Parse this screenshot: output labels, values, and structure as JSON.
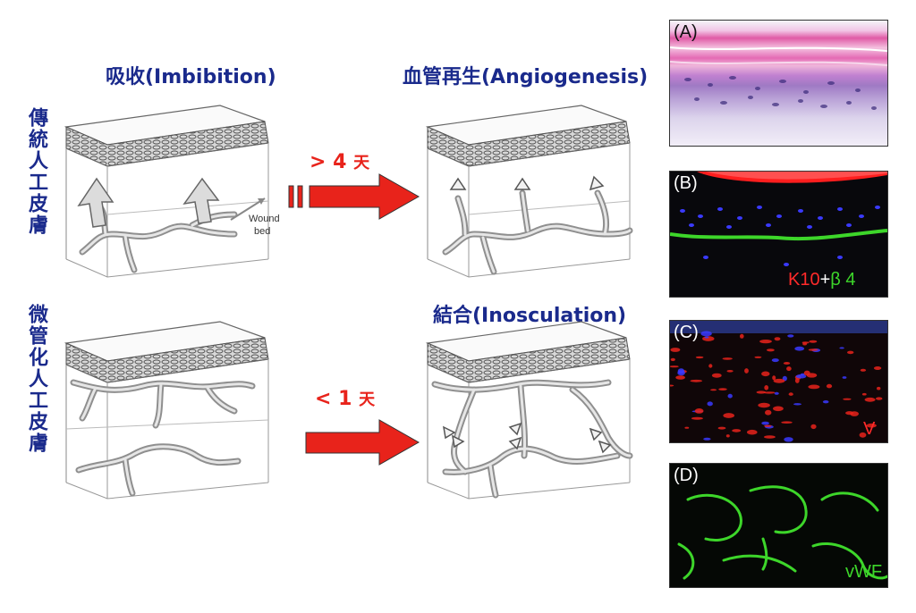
{
  "titles": {
    "imbibition": "吸收(Imbibition)",
    "angiogenesis": "血管再生(Angiogenesis)",
    "inosculation": "結合(Inosculation)"
  },
  "row_labels": {
    "traditional": "傳統人工皮膚",
    "microvascular": "微管化人工皮膚"
  },
  "arrows": {
    "top": {
      "sign": "> 4",
      "unit": "天"
    },
    "bottom": {
      "sign": "< 1",
      "unit": "天"
    }
  },
  "annotations": {
    "wound_line1": "Wound",
    "wound_line2": "bed"
  },
  "panels": {
    "a": {
      "label": "(A)"
    },
    "b": {
      "label": "(B)",
      "stain_red": "K10",
      "stain_plus": "+",
      "stain_green": "β 4"
    },
    "c": {
      "label": "(C)",
      "stain": "V"
    },
    "d": {
      "label": "(D)",
      "stain": "vWF"
    }
  },
  "colors": {
    "title_blue": "#1a2a8c",
    "arrow_red": "#e8231b",
    "stain_red": "#ff2a2a",
    "stain_green": "#3dd62a"
  }
}
